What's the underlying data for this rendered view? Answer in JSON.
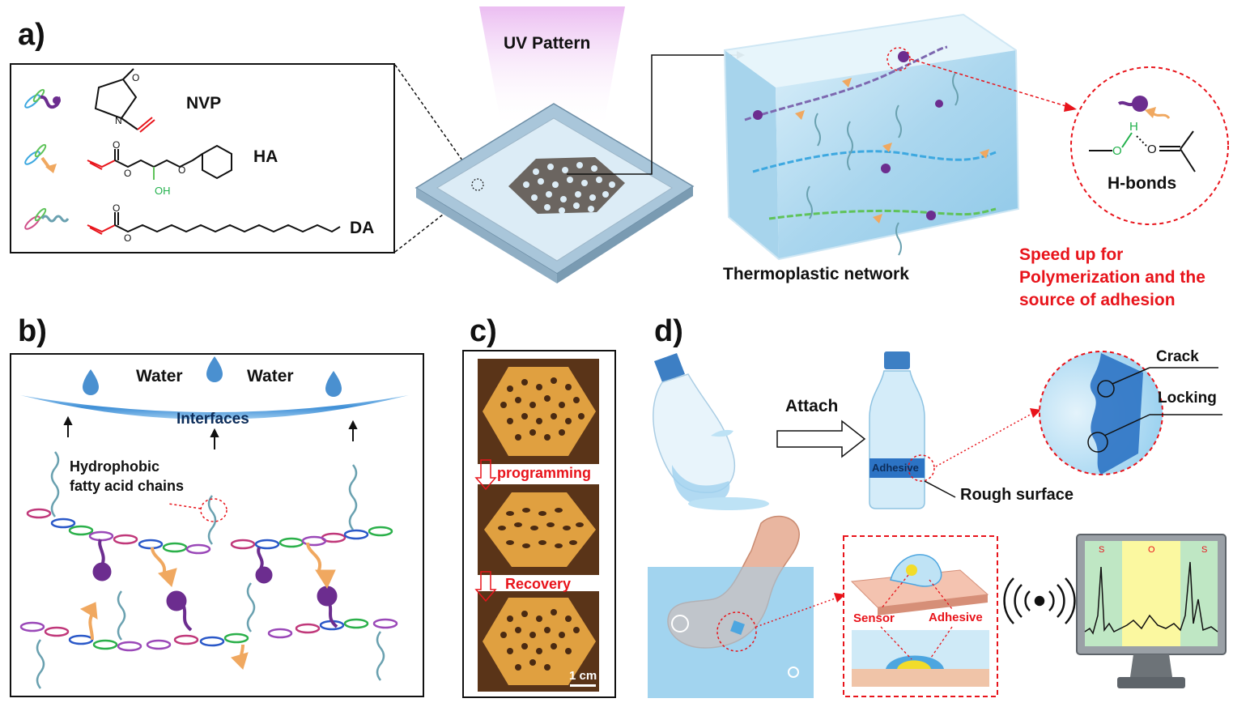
{
  "panel_a": {
    "letter": "a)",
    "uv_label": "UV Pattern",
    "monomers": [
      {
        "name": "NVP"
      },
      {
        "name": "HA",
        "oh_label": "OH"
      },
      {
        "name": "DA"
      }
    ],
    "network_label": "Thermoplastic network",
    "hbond_label": "H-bonds",
    "hbond_atom_h": "H",
    "hbond_atom_o1": "O",
    "hbond_atom_o2": "O",
    "note_lines": [
      "Speed up for",
      "Polymerization and the",
      "source of adhesion"
    ]
  },
  "panel_b": {
    "letter": "b)",
    "water_left": "Water",
    "water_right": "Water",
    "interfaces": "Interfaces",
    "chains_lines": [
      "Hydrophobic",
      "fatty acid chains"
    ]
  },
  "panel_c": {
    "letter": "c)",
    "programming": "programming",
    "recovery": "Recovery",
    "scale": "1 cm"
  },
  "panel_d": {
    "letter": "d)",
    "attach": "Attach",
    "adhesive_band": "Adhesive",
    "rough_surface": "Rough surface",
    "crack": "Crack",
    "locking": "Locking",
    "sensor": "Sensor",
    "adhesive": "Adhesive",
    "monitor_letters": [
      "S",
      "O",
      "S"
    ]
  },
  "colors": {
    "red_text": "#e8141b",
    "water_blue": "#5aa6dc",
    "chain_teal": "#6aa1b0",
    "purple": "#6c2d8f",
    "orange": "#f0a860",
    "gel_blue": "#bfe3f5",
    "copper": "#e0a040"
  }
}
